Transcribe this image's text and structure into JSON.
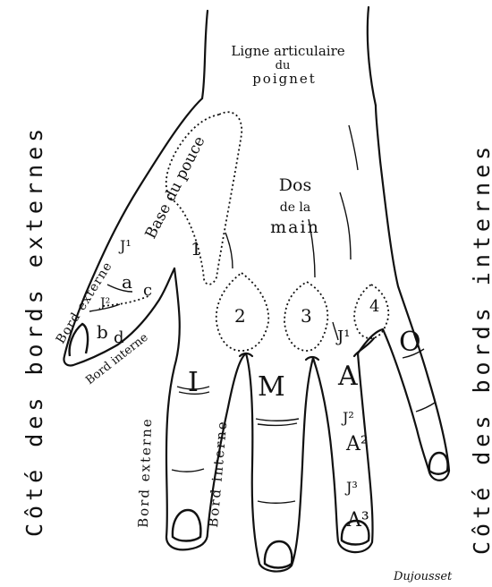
{
  "colors": {
    "ink": "#111111",
    "background": "#ffffff"
  },
  "labels": {
    "wrist_line_1": "Ligne articulaire",
    "wrist_line_2": "du",
    "wrist_line_3": "poignet",
    "back_1": "Dos",
    "back_2": "de la",
    "back_3": "main",
    "thumb_base": "Base du pouce",
    "thumb_outer_edge": "Bord externe",
    "thumb_inner_edge": "Bord interne",
    "index_outer_edge": "Bord externe",
    "index_inner_edge": "Bord interne",
    "side_left": "Côté des bords externes",
    "side_right": "Côté des bords internes",
    "zone_1": "1",
    "zone_2": "2",
    "zone_3": "3",
    "zone_4": "4",
    "thumb_j1": "J¹",
    "thumb_j2": "J²",
    "thumb_a": "a",
    "thumb_b": "b",
    "thumb_c": "c",
    "thumb_d": "d",
    "finger_index": "I",
    "finger_middle": "M",
    "finger_ring": "A",
    "finger_little": "O",
    "ring_j1": "J¹",
    "ring_j2": "J²",
    "ring_j3": "J³",
    "ring_a2": "A²",
    "ring_a3": "A³",
    "signature": "Dujousset"
  }
}
